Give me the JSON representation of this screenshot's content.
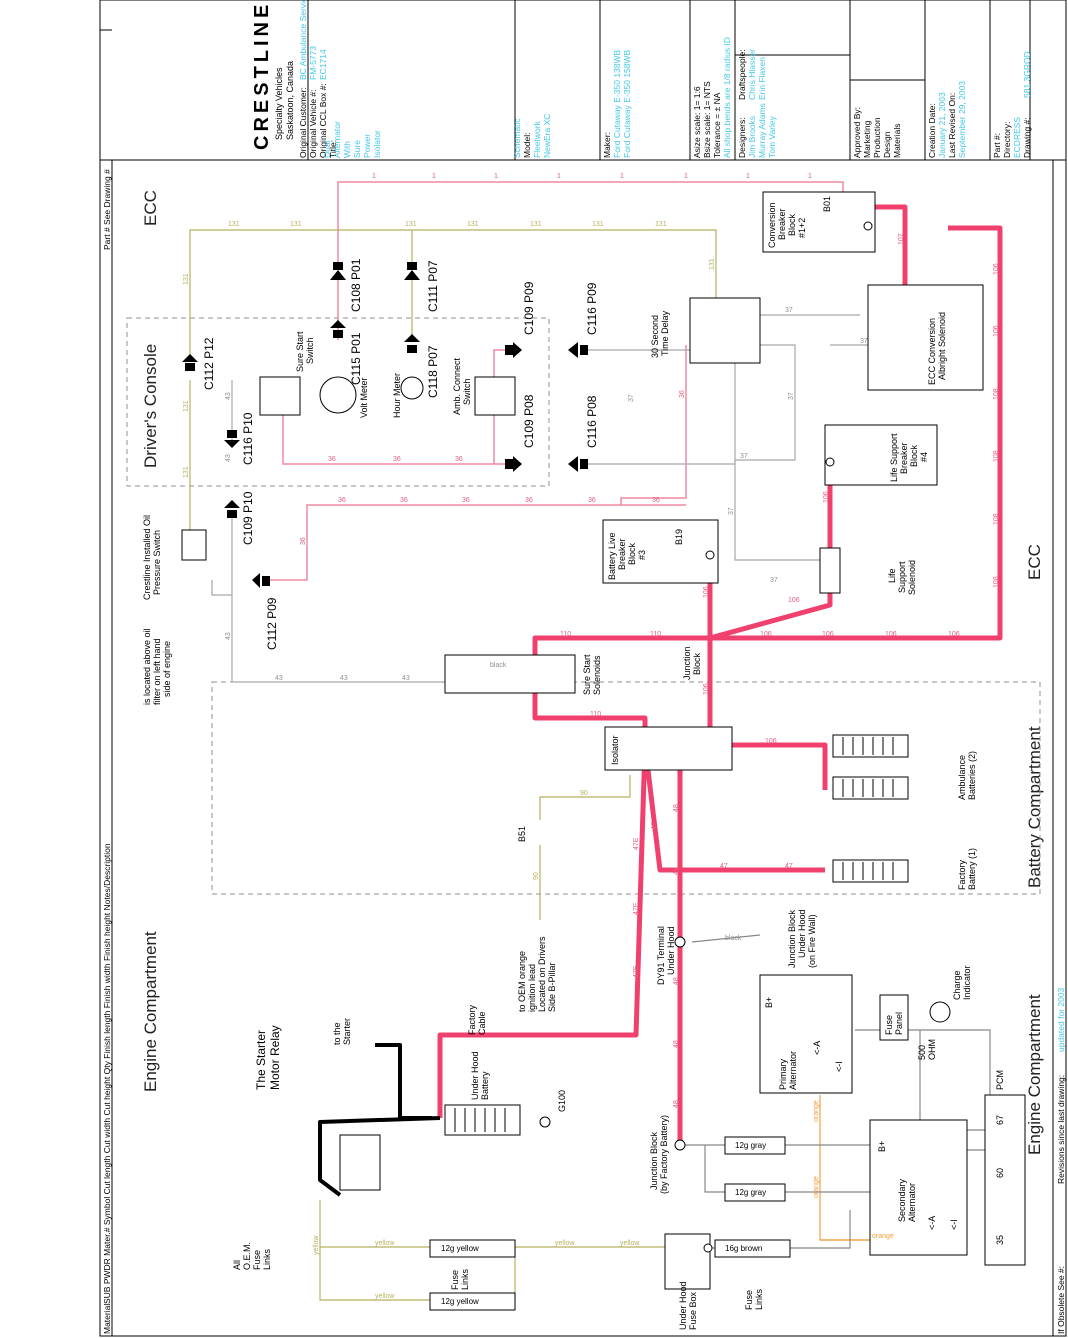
{
  "colors": {
    "heavy_wire": "#f0406e",
    "light_wire": "#f08aa0",
    "yellow_wire": "#b8b060",
    "gray_wire": "#a8a8a8",
    "orange_wire": "#f0a040",
    "black_wire": "#000000",
    "cyan_text": "#40c8e8",
    "dash_box": "#909090"
  },
  "title_block": {
    "company_name": "CRESTLINE",
    "company_sub1": "Specialty Vehicles",
    "company_sub2": "Saskatoon, Canada",
    "original_customer_label": "Original Customer:",
    "original_customer_value": "BC Ambulance Service",
    "original_vehicle_label": "Original Vehicle #:",
    "original_vehicle_value": "FM-5773",
    "original_ccl_label": "Original CCL Box #:",
    "original_ccl_value": "EC1714",
    "title_label": "Title:",
    "title_lines": [
      "Dual",
      "Alternator",
      "With",
      "Sure",
      "Power",
      "Isolator"
    ],
    "schematic_label": "Schematic",
    "model_label": "Model:",
    "model_values": [
      "Fleetwork",
      "NewEra XC"
    ],
    "maker_label": "Maker:",
    "maker_values": [
      "Ford Cutaway E-350 138WB",
      "Ford Cutaway E-350 158WB"
    ],
    "asize": "Asize scale: 1= 1:6",
    "bsize": "Bsize scale: 1= NTS",
    "tolerance": "Tolerance = ± NA",
    "shop_note": "All shop bends are 1/8 radius ID",
    "designers_label": "Designers:",
    "designers": [
      "Jim Brooks",
      "Murray Adams",
      "Tom Varley"
    ],
    "draftspeople_label": "Draftspeople:",
    "draftspeople": [
      "Chris Hlasser",
      "Erin Flaxen"
    ],
    "approved_label": "Approved By:",
    "approved_list": [
      "Marketing",
      "Production",
      "Design",
      "Materials"
    ],
    "creation_label": "Creation Date:",
    "creation_value": "January 21, 2003",
    "revised_label": "Last Revised On:",
    "revised_value": "September 29, 2003",
    "part_label": "Part #:",
    "directory_label": "Directory:",
    "directory_value": "ECDRESS",
    "drawing_label": "Drawing #:",
    "drawing_value": "581.3GROD",
    "bottom_note_a": "Revisions since last drawing:",
    "bottom_note_b": "updated for 2003",
    "obsolete": "If Obsolete See #:"
  },
  "left_header": "SUB PWDR Mater.# Symbol Cut length Cut width Cut height Qty Finish length Finish width Finish height Notes/Description",
  "left_header_2": "Material",
  "top_right_header": "Part #   See Drawing #",
  "sections": {
    "ecc_top": "ECC",
    "drivers_console": "Driver's Console",
    "engine_left": "Engine Compartment",
    "ecc_right": "ECC",
    "battery_comp": "Battery Compartment",
    "engine_right": "Engine Compartment"
  },
  "components": {
    "conversion_breaker": [
      "Conversion",
      "Breaker",
      "Block",
      "#1+2"
    ],
    "b01": "B01",
    "ecc_solenoid": [
      "ECC Conversion",
      "Albright Solenoid"
    ],
    "time_delay": [
      "30 Second",
      "Time Delay"
    ],
    "life_support_breaker": [
      "Life Support",
      "Breaker",
      "Block",
      "#4"
    ],
    "life_support_solenoid": [
      "Life",
      "Support",
      "Solenoid"
    ],
    "battery_live_breaker": [
      "Battery Live",
      "Breaker",
      "Block",
      "#3"
    ],
    "b19": "B19",
    "junction_block": [
      "Junction",
      "Block"
    ],
    "sure_start_solenoids": [
      "Sure Start",
      "Solenoids"
    ],
    "isolator": "Isolator",
    "ambulance_batteries": [
      "Ambulance",
      "Batteries (2)"
    ],
    "factory_battery": [
      "Factory",
      "Battery (1)"
    ],
    "b51": "B51",
    "oem_orange": [
      "to OEM orange",
      "ignition lead",
      "Located on Drivers",
      "Side B-Pillar"
    ],
    "dy91": [
      "DY91 Terminal",
      "Under Hood"
    ],
    "junction_fire": [
      "Junction Block",
      "Under Hood",
      "(on Fire Wall)"
    ],
    "primary_alt": [
      "Primary",
      "Alternator"
    ],
    "fuse_panel": [
      "Fuse",
      "Panel"
    ],
    "charge_indicator": [
      "Charge",
      "Indicator"
    ],
    "ohm": [
      "500",
      "OHM"
    ],
    "pcm": "PCM",
    "secondary_alt": [
      "Secondary",
      "Alternator"
    ],
    "junction_factory": [
      "Junction Block",
      "(by Factory Battery)"
    ],
    "under_hood_fuse": [
      "Under Hood",
      "Fuse Box"
    ],
    "fuse_links_a": [
      "Fuse",
      "Links"
    ],
    "fuse_links_b": [
      "Fuse",
      "Links"
    ],
    "oem_fuse": [
      "All",
      "O.E.M.",
      "Fuse",
      "Links"
    ],
    "starter_relay": [
      "The Starter",
      "Motor Relay"
    ],
    "to_starter": [
      "to the",
      "Starter"
    ],
    "factory_cable": [
      "Factory",
      "Cable"
    ],
    "under_hood_battery": [
      "Under Hood",
      "Battery"
    ],
    "g100": "G100",
    "sure_start_switch": [
      "Sure Start",
      "Switch"
    ],
    "volt_meter": "Volt Meter",
    "hour_meter": "Hour Meter",
    "amb_connect": [
      "Amb. Connect",
      "Switch"
    ],
    "oil_switch": [
      "Crestline Installed Oil",
      "Pressure Switch"
    ],
    "oil_note": [
      "is located above oil",
      "filter on left hand",
      "side of engine"
    ],
    "b_plus": "B+",
    "a_term": "<-A",
    "i_term": "<-I",
    "pcm_pins": [
      "67",
      "60",
      "35"
    ]
  },
  "connectors": {
    "c108": "C108 P01",
    "c111": "C111 P07",
    "c115": "C115 P01",
    "c118": "C118 P07",
    "c109a": "C109 P09",
    "c116a": "C116 P09",
    "c109b": "C109 P08",
    "c116b": "C116 P08",
    "c112a": "C112 P12",
    "c116c": "C116 P10",
    "c109c": "C109 P10",
    "c112b": "C112 P09"
  },
  "wire_labels": {
    "w1": "1",
    "w131": "131",
    "w36": "36",
    "w37": "37",
    "w43": "43",
    "w106": "106",
    "w107": "107",
    "w108": "108",
    "w110": "110",
    "w90": "90",
    "w47": "47",
    "w47e": "47E",
    "w48": "48",
    "black": "black",
    "yellow": "yellow",
    "orange": "orange",
    "yellow12": "12g yellow",
    "gray12": "12g gray",
    "brown16": "16g brown"
  }
}
